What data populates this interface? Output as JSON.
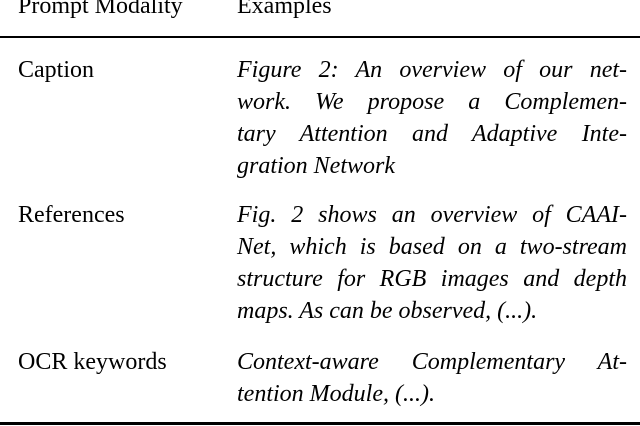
{
  "header": {
    "col1": "Prompt Modality",
    "col2": "Examples"
  },
  "rows": [
    {
      "modality": "Caption",
      "example_lines": [
        "Figure 2:  An overview of our net-",
        "work.  We propose a Complemen-",
        "tary Attention and Adaptive Inte-",
        "gration Network"
      ]
    },
    {
      "modality": "References",
      "example_lines": [
        "Fig. 2 shows an overview of CAAI-",
        "Net, which is based on a two-stream",
        "structure for RGB images and depth",
        "maps. As can be observed, (...)."
      ]
    },
    {
      "modality": "OCR keywords",
      "example_lines": [
        "Context-aware Complementary At-",
        "tention Module, (...)."
      ]
    }
  ]
}
